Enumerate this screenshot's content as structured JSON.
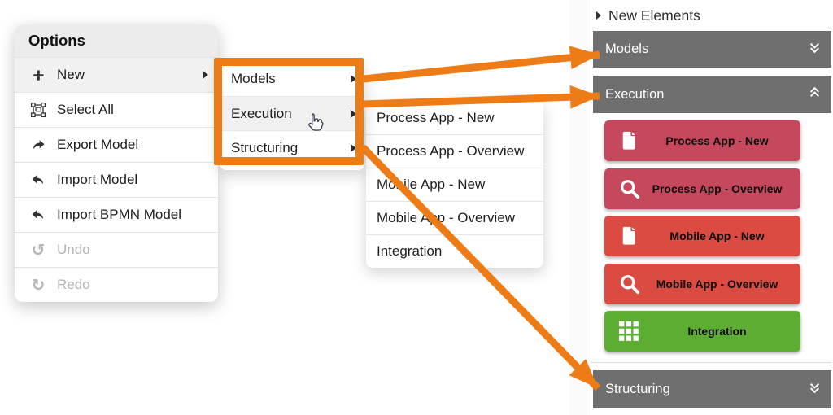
{
  "colors": {
    "highlight_orange": "#ee7c16",
    "section_gray": "#706f6f",
    "process_red": "#c5485c",
    "mobile_red": "#dc4b42",
    "integration_green": "#5dad33"
  },
  "context_menu": {
    "title": "Options",
    "items": [
      {
        "label": "New",
        "icon": "plus-icon",
        "state": "highlighted",
        "has_submenu": true
      },
      {
        "label": "Select All",
        "icon": "select-all-icon"
      },
      {
        "label": "Export Model",
        "icon": "export-arrow-icon"
      },
      {
        "label": "Import Model",
        "icon": "import-arrow-icon"
      },
      {
        "label": "Import BPMN Model",
        "icon": "import-arrow-icon"
      },
      {
        "label": "Undo",
        "icon": "undo-icon",
        "state": "disabled"
      },
      {
        "label": "Redo",
        "icon": "redo-icon",
        "state": "disabled"
      }
    ]
  },
  "new_submenu": {
    "items": [
      {
        "label": "Models",
        "has_submenu": true
      },
      {
        "label": "Execution",
        "has_submenu": true,
        "state": "hovered"
      },
      {
        "label": "Structuring",
        "has_submenu": true
      }
    ]
  },
  "execution_submenu": {
    "items": [
      {
        "label": "Process App - New"
      },
      {
        "label": "Process App - Overview"
      },
      {
        "label": "Mobile App - New"
      },
      {
        "label": "Mobile App - Overview"
      },
      {
        "label": "Integration"
      }
    ]
  },
  "sidebar": {
    "header": "New Elements",
    "sections": [
      {
        "label": "Models",
        "state": "collapsed"
      },
      {
        "label": "Execution",
        "state": "expanded",
        "buttons": [
          {
            "label": "Process App - New",
            "icon": "file-icon",
            "color": "#c5485c"
          },
          {
            "label": "Process App - Overview",
            "icon": "search-icon",
            "color": "#c5485c"
          },
          {
            "label": "Mobile App - New",
            "icon": "file-icon",
            "color": "#dc4b42"
          },
          {
            "label": "Mobile App - Overview",
            "icon": "search-icon",
            "color": "#dc4b42"
          },
          {
            "label": "Integration",
            "icon": "grid-icon",
            "color": "#5dad33"
          }
        ]
      },
      {
        "label": "Structuring",
        "state": "collapsed"
      }
    ]
  }
}
